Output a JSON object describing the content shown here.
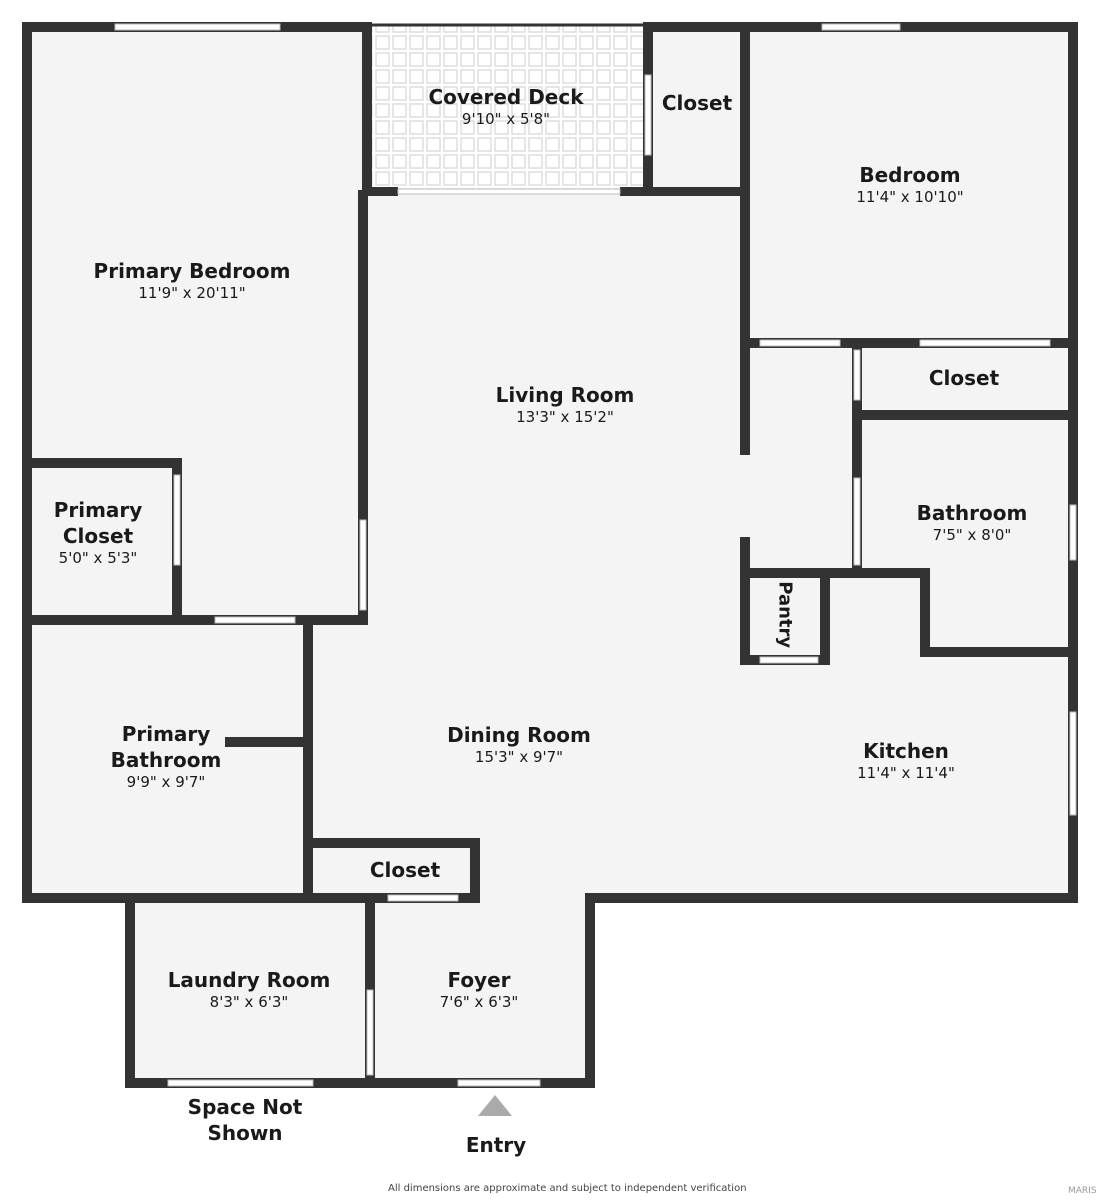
{
  "rooms": {
    "covered_deck": {
      "name": "Covered Deck",
      "dim": "9'10\" x 5'8\""
    },
    "closet_top": {
      "name": "Closet"
    },
    "bedroom": {
      "name": "Bedroom",
      "dim": "11'4\" x 10'10\""
    },
    "primary_bedroom": {
      "name": "Primary Bedroom",
      "dim": "11'9\" x 20'11\""
    },
    "living_room": {
      "name": "Living Room",
      "dim": "13'3\" x 15'2\""
    },
    "closet_right": {
      "name": "Closet"
    },
    "bathroom": {
      "name": "Bathroom",
      "dim": "7'5\" x 8'0\""
    },
    "primary_closet": {
      "name": "Primary Closet",
      "dim": "5'0\" x 5'3\""
    },
    "pantry": {
      "name": "Pantry"
    },
    "primary_bathroom": {
      "name": "Primary Bathroom",
      "dim": "9'9\" x 9'7\""
    },
    "dining_room": {
      "name": "Dining Room",
      "dim": "15'3\" x 9'7\""
    },
    "kitchen": {
      "name": "Kitchen",
      "dim": "11'4\" x 11'4\""
    },
    "closet_foyer": {
      "name": "Closet"
    },
    "laundry_room": {
      "name": "Laundry Room",
      "dim": "8'3\" x 6'3\""
    },
    "foyer": {
      "name": "Foyer",
      "dim": "7'6\" x 6'3\""
    }
  },
  "space_not_shown": "Space Not Shown",
  "entry": "Entry",
  "disclaimer": "All dimensions are approximate and subject to independent verification",
  "watermark": "MARIS",
  "colors": {
    "wall": "#333333",
    "floor": "#f4f4f4"
  }
}
